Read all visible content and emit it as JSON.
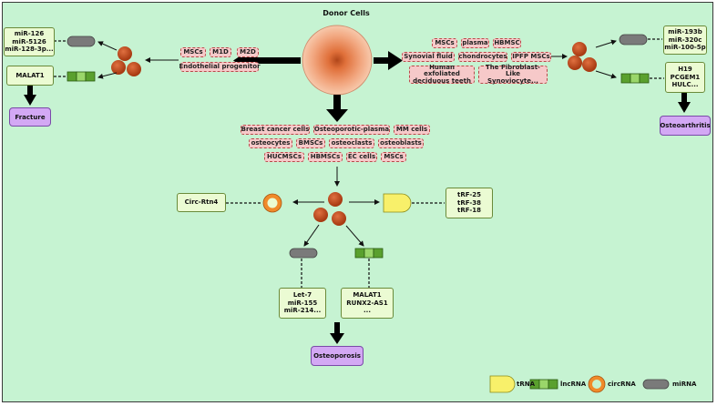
{
  "title": "Donor Cells",
  "left_tags": [
    "MSCs",
    "M1D",
    "M2D",
    "Endothelial progenitor"
  ],
  "right_tags": [
    "MSCs",
    "plasma",
    "HBMSC",
    "Synovial fluid",
    "chondrocytes",
    "IPFP MSCs",
    "Human exfoliated deciduous teeth",
    "The Fibroblast-Like Synoviocyte..."
  ],
  "center_tags": [
    "Breast cancer cells",
    "Osteoporotic-plasma",
    "MM cells",
    "osteocytes",
    "BMSCs",
    "osteoclasts",
    "osteoblasts",
    "HUCMSCs",
    "HBMSCs",
    "EC cells",
    "MSCs"
  ],
  "left_mirna": [
    "miR-126",
    "miR-5126",
    "miR-128-3p..."
  ],
  "left_lnc": "MALAT1",
  "right_mirna": [
    "miR-193b",
    "miR-320c",
    "miR-100-5p"
  ],
  "right_lnc": [
    "H19",
    "PCGEM1",
    "HULC..."
  ],
  "center_circ": "Circ-Rtn4",
  "center_trna": [
    "tRF-25",
    "tRF-38",
    "tRF-18"
  ],
  "center_mirna": [
    "Let-7",
    "miR-155",
    "miR-214..."
  ],
  "center_lnc": [
    "MALAT1",
    "RUNX2-AS1",
    "..."
  ],
  "outcomes": {
    "left": "Fracture",
    "right": "Osteoarthritis",
    "bottom": "Osteoporosis"
  },
  "legend": {
    "trna": "tRNA",
    "lncrna": "lncRNA",
    "circrna": "circRNA",
    "mirna": "miRNA"
  },
  "colors": {
    "background": "#c6f3d2",
    "tag_fill": "#f6c9c9",
    "box_fill": "#ebfbd3",
    "outcome_fill": "#d3a8f4",
    "vesicle": "#c44a1c",
    "trna": "#f8f06a",
    "lncrna": "#5aa02e",
    "circrna": "#f08a2a",
    "mirna": "#7a7a7a"
  }
}
